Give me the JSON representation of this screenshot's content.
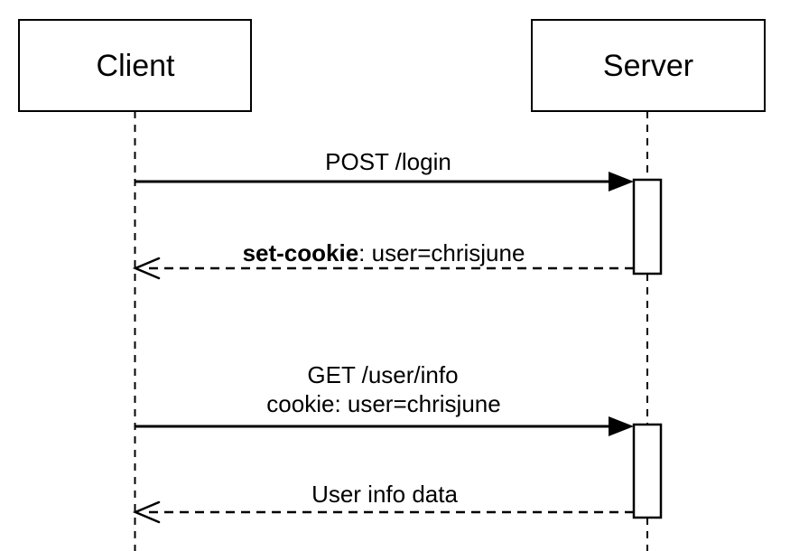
{
  "diagram": {
    "kind": "sequence-diagram",
    "background_color": "#ffffff",
    "line_color": "#000000",
    "actors": [
      {
        "name": "Client"
      },
      {
        "name": "Server"
      }
    ],
    "messages": [
      {
        "label": "POST /login",
        "from": "Client",
        "to": "Server",
        "line_style": "solid",
        "arrowhead": "filled"
      },
      {
        "label_bold": "set-cookie",
        "label_rest": ": user=chrisjune",
        "from": "Server",
        "to": "Client",
        "line_style": "dashed",
        "arrowhead": "open"
      },
      {
        "label_line1": "GET /user/info",
        "label_line2": "cookie: user=chrisjune",
        "from": "Client",
        "to": "Server",
        "line_style": "solid",
        "arrowhead": "filled"
      },
      {
        "label": "User info data",
        "from": "Server",
        "to": "Client",
        "line_style": "dashed",
        "arrowhead": "open"
      }
    ]
  }
}
